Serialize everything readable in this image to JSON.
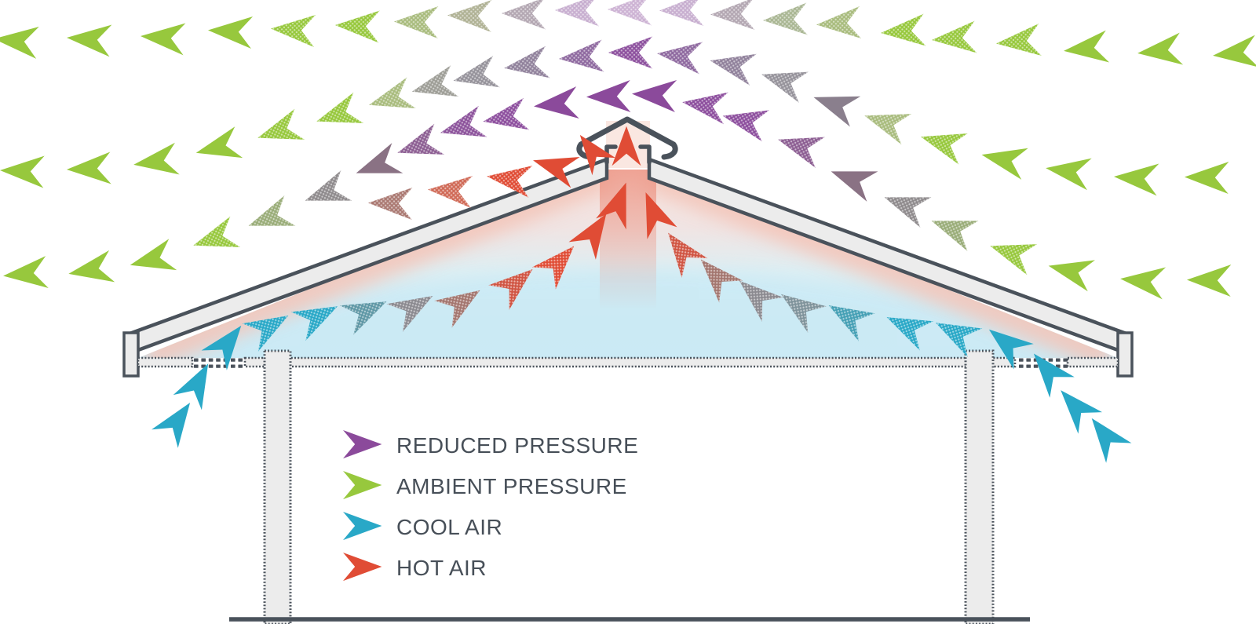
{
  "legend": {
    "items": [
      {
        "id": "reduced-pressure",
        "label": "REDUCED PRESSURE",
        "color": "#8B4A9B"
      },
      {
        "id": "ambient-pressure",
        "label": "AMBIENT PRESSURE",
        "color": "#97C83D"
      },
      {
        "id": "cool-air",
        "label": "COOL AIR",
        "color": "#29A8C7"
      },
      {
        "id": "hot-air",
        "label": "HOT AIR",
        "color": "#E04C35"
      }
    ]
  },
  "palette": {
    "outline": "#4A525B",
    "structure_fill": "#ECECEC",
    "attic_warm": "#F6D8D0",
    "attic_cool": "#CBEAF5",
    "text": "#474F58",
    "background": "#FFFFFF"
  },
  "arrow_format": "each arrow = [x, y, rotation_deg, color_or_0_for_flow_default, dotted_0_or_1, scale_optional]",
  "flows": [
    {
      "name": "ambient-upper",
      "color": "#97C83D",
      "arrows": [
        [
          20,
          52,
          185,
          0,
          0
        ],
        [
          113,
          50,
          184,
          0,
          0
        ],
        [
          207,
          48,
          184,
          0,
          0
        ],
        [
          293,
          40,
          183,
          0,
          0
        ],
        [
          373,
          38,
          183,
          0,
          1
        ],
        [
          455,
          33,
          182,
          0,
          1
        ],
        [
          530,
          28,
          181,
          "#A9BC7E",
          1
        ],
        [
          598,
          20,
          181,
          "#B0B295",
          1
        ],
        [
          667,
          17,
          180,
          "#B3A7B2",
          1
        ],
        [
          735,
          13,
          180,
          "#C8AFD0",
          1
        ],
        [
          802,
          12,
          180,
          "#CDB3D4",
          1
        ],
        [
          868,
          13,
          179,
          "#C8AFD0",
          1
        ],
        [
          933,
          18,
          179,
          "#B3A7B2",
          1
        ],
        [
          1000,
          25,
          178,
          "#AAB794",
          1
        ],
        [
          1068,
          30,
          177,
          "#A9BC7E",
          1
        ],
        [
          1150,
          40,
          176,
          0,
          1
        ],
        [
          1215,
          49,
          176,
          0,
          1
        ],
        [
          1297,
          53,
          175,
          0,
          1
        ],
        [
          1383,
          62,
          174,
          0,
          0
        ],
        [
          1477,
          65,
          174,
          0,
          0
        ],
        [
          1573,
          68,
          174,
          0,
          0
        ]
      ]
    },
    {
      "name": "ambient-mid",
      "color": "#97C83D",
      "arrows": [
        [
          28,
          218,
          182,
          0,
          0
        ],
        [
          113,
          215,
          178,
          0,
          0
        ],
        [
          198,
          206,
          172,
          0,
          0
        ],
        [
          277,
          188,
          166,
          0,
          0
        ],
        [
          355,
          167,
          162,
          0,
          1
        ],
        [
          430,
          146,
          162,
          0,
          1
        ],
        [
          497,
          126,
          164,
          "#A9BC7E",
          1
        ],
        [
          552,
          110,
          166,
          "#9E9E97",
          1
        ],
        [
          605,
          97,
          168,
          "#96939B",
          1
        ],
        [
          670,
          83,
          172,
          "#91829C",
          1
        ],
        [
          740,
          73,
          176,
          "#8F6AA0",
          1
        ],
        [
          803,
          67,
          180,
          "#8D519E",
          1
        ],
        [
          865,
          71,
          186,
          "#8F6AA0",
          1
        ],
        [
          932,
          83,
          192,
          "#91829C",
          1
        ],
        [
          997,
          103,
          197,
          "#96939B",
          1
        ],
        [
          1063,
          133,
          199,
          "#8A7F8D",
          0
        ],
        [
          1128,
          156,
          198,
          "#A9BC7E",
          1
        ],
        [
          1200,
          182,
          196,
          0,
          1
        ],
        [
          1278,
          203,
          192,
          0,
          0
        ],
        [
          1360,
          218,
          188,
          0,
          0
        ],
        [
          1447,
          227,
          184,
          0,
          0
        ],
        [
          1537,
          226,
          181,
          0,
          0
        ]
      ]
    },
    {
      "name": "roof-surface",
      "color": "#97C83D",
      "arrows": [
        [
          32,
          349,
          175,
          0,
          0
        ],
        [
          115,
          344,
          170,
          0,
          0
        ],
        [
          193,
          331,
          166,
          0,
          0
        ],
        [
          273,
          304,
          162,
          0,
          1
        ],
        [
          343,
          278,
          160,
          "#9AAD79",
          1
        ],
        [
          415,
          246,
          160,
          "#8F8B8D",
          1
        ],
        [
          480,
          211,
          160,
          "#8A7284",
          0
        ],
        [
          533,
          186,
          162,
          "#8D5F93",
          1
        ],
        [
          588,
          162,
          165,
          "#8D549C",
          1
        ],
        [
          643,
          150,
          170,
          "#8D4F9E",
          1
        ],
        [
          708,
          133,
          175,
          "#8B4A9B",
          0
        ],
        [
          775,
          123,
          179,
          "#8B4A9B",
          0
        ],
        [
          833,
          121,
          183,
          "#8B4A9B",
          0
        ],
        [
          897,
          134,
          188,
          "#8D4F9E",
          1
        ],
        [
          948,
          154,
          193,
          "#8D4F9E",
          1
        ],
        [
          1018,
          186,
          197,
          "#8D5F93",
          1
        ],
        [
          1085,
          228,
          200,
          "#8A7284",
          0
        ],
        [
          1153,
          261,
          200,
          "#8F8B8D",
          1
        ],
        [
          1213,
          291,
          200,
          "#9AAD79",
          1
        ],
        [
          1288,
          322,
          198,
          0,
          1
        ],
        [
          1363,
          345,
          193,
          0,
          0
        ],
        [
          1455,
          358,
          186,
          0,
          0
        ],
        [
          1540,
          357,
          181,
          0,
          0
        ]
      ]
    },
    {
      "name": "ridge-exhaust",
      "color": "#E04C35",
      "arrows": [
        [
          798,
          186,
          270,
          0,
          0,
          0.9
        ],
        [
          754,
          192,
          233,
          0,
          0,
          0.9
        ],
        [
          706,
          212,
          196,
          0,
          0
        ],
        [
          648,
          228,
          187,
          0,
          1
        ],
        [
          573,
          243,
          183,
          "#D06A57",
          1
        ],
        [
          497,
          259,
          181,
          "#AB7A73",
          1
        ]
      ]
    },
    {
      "name": "attic-left",
      "color": "#29A8C7",
      "arrows": [
        [
          290,
          437,
          308,
          0,
          0
        ],
        [
          343,
          416,
          330,
          0,
          1
        ],
        [
          405,
          403,
          333,
          0,
          1
        ],
        [
          467,
          396,
          335,
          "#5F98A6",
          1
        ],
        [
          527,
          391,
          330,
          "#8B8A90",
          1
        ],
        [
          588,
          385,
          327,
          "#A3766F",
          1
        ],
        [
          657,
          361,
          320,
          "#D05543",
          1
        ],
        [
          712,
          334,
          313,
          "#E04C35",
          1
        ],
        [
          757,
          296,
          303,
          "#E04C35",
          0
        ],
        [
          788,
          259,
          290,
          "#E04C35",
          0
        ]
      ]
    },
    {
      "name": "attic-right",
      "color": "#29A8C7",
      "arrows": [
        [
          1282,
          437,
          218,
          0,
          0
        ],
        [
          1217,
          424,
          207,
          0,
          1
        ],
        [
          1155,
          416,
          205,
          0,
          1
        ],
        [
          1080,
          403,
          210,
          "#45A0B5",
          1
        ],
        [
          1018,
          391,
          215,
          "#7F939B",
          1
        ],
        [
          963,
          376,
          221,
          "#8B8A90",
          1
        ],
        [
          912,
          351,
          227,
          "#A3766F",
          1
        ],
        [
          868,
          319,
          233,
          "#D05543",
          1
        ],
        [
          833,
          271,
          248,
          "#E04C35",
          0
        ]
      ]
    },
    {
      "name": "intake-left",
      "color": "#29A8C7",
      "arrows": [
        [
          252,
          488,
          298,
          0,
          0
        ],
        [
          226,
          536,
          305,
          0,
          0
        ]
      ]
    },
    {
      "name": "intake-right",
      "color": "#29A8C7",
      "arrows": [
        [
          1335,
          472,
          230,
          0,
          0
        ],
        [
          1370,
          518,
          228,
          0,
          0
        ],
        [
          1408,
          555,
          232,
          0,
          0
        ]
      ]
    }
  ]
}
